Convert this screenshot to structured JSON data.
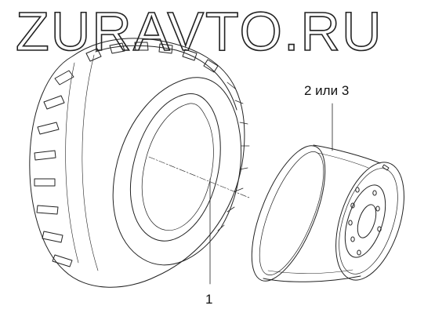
{
  "watermark": {
    "text": "ZURAVTO.RU"
  },
  "corner_mark": "",
  "callouts": {
    "tire": "1",
    "rim": "2 или 3"
  },
  "colors": {
    "line": "#222222",
    "background": "#ffffff"
  }
}
